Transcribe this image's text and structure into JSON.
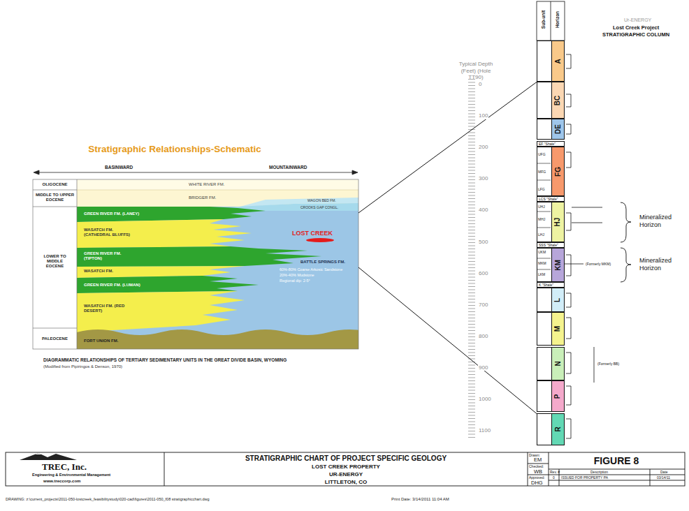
{
  "diagram": {
    "title": "STRATIGRAPHIC CHART OF PROJECT SPECIFIC GEOLOGY",
    "caption": "DIAGRAMMATIC RELATIONSHIPS OF TERTIARY SEDIMENTARY UNITS IN THE GREAT DIVIDE BASIN, WYOMING",
    "nodes": [
      {
        "text": [
          "Stratigraphic Relationships-Schematic"
        ]
      },
      {
        "text": [
          "A"
        ]
      },
      {
        "text": [
          "BC"
        ]
      },
      {
        "text": [
          "DE"
        ]
      },
      {
        "text": [
          "EF \"Shale\""
        ]
      },
      {
        "text": [
          "FG"
        ]
      },
      {
        "text": [
          "LCS \"Shale\""
        ]
      },
      {
        "text": [
          "HJ"
        ]
      },
      {
        "text": [
          "SSS \"Shale\""
        ]
      },
      {
        "text": [
          "KM"
        ]
      },
      {
        "text": [
          "K \"Shale\""
        ]
      },
      {
        "text": [
          "L"
        ]
      },
      {
        "text": [
          "M"
        ]
      },
      {
        "text": [
          "N"
        ]
      },
      {
        "text": [
          "P"
        ]
      },
      {
        "text": [
          "R"
        ]
      }
    ],
    "edges": [
      {
        "from": 0,
        "to": 2,
        "arrow": "none"
      },
      {
        "from": 0,
        "to": 15,
        "arrow": "none"
      }
    ],
    "labels": [
      "BASINWARD",
      "MOUNTAINWARD",
      "OLIGOCENE",
      "MIDDLE TO UPPER EOCENE",
      "LOWER TO MIDDLE EOCENE",
      "PALEOCENE",
      "WHITE RIVER FM.",
      "BRIDGER FM.",
      "WAGON BED FM.",
      "CROOKS GAP CONGL.",
      "GREEN RIVER FM. (LANEY)",
      "WASATCH FM. (CATHEDRAL BLUFFS)",
      "LOST CREEK",
      "GREEN RIVER FM. (TIPTON)",
      "BATTLE SPRINGS FM.",
      "WASATCH FM.",
      "GREEN RIVER FM. (LUMAN)",
      "60%-80% Coarse Arkosic Sandstone",
      "20%-40% Mudstone",
      "Regional dip: 2-5°",
      "WASATCH FM. (RED DESERT)",
      "FORT UNION FM.",
      "(Modified from Pipiringos & Denson, 1970)",
      "Typical Depth (Feet) (Hole TT90)",
      "0",
      "100",
      "200",
      "300",
      "400",
      "500",
      "600",
      "700",
      "800",
      "900",
      "1000",
      "1100",
      "Sub-unit",
      "Horizon",
      "Ur-ENERGY",
      "Lost Creek Project",
      "STRATIGRAPHIC COLUMN",
      "UFG",
      "MFG",
      "LFG",
      "UHJ",
      "MHJ",
      "LHJ",
      "UKM",
      "MKM",
      "LKM",
      "Mineralized Horizon",
      "Mineralized Horizon",
      "(Formerly MKM)",
      "(Formerly BB)",
      "TREC, Inc.",
      "Engineering & Environmental Management",
      "www.treccorp.com",
      "LOST CREEK PROPERTY",
      "UR-ENERGY",
      "LITTLETON, CO",
      "Drawn:",
      "EM",
      "Checked:",
      "WB",
      "Approved:",
      "DHG",
      "FIGURE 8",
      "Rev. #",
      "Description",
      "Date",
      "0",
      "ISSUED FOR PROPERTY PA",
      "03/14/11",
      "DRAWING: z:\\current_projects\\2011-050-lostcreek_feasibilitystudy\\020-cad\\figures\\2011-050_f08 stratigraphicchart.dwg",
      "Print Date: 3/14/2011 11:04 AM"
    ]
  }
}
